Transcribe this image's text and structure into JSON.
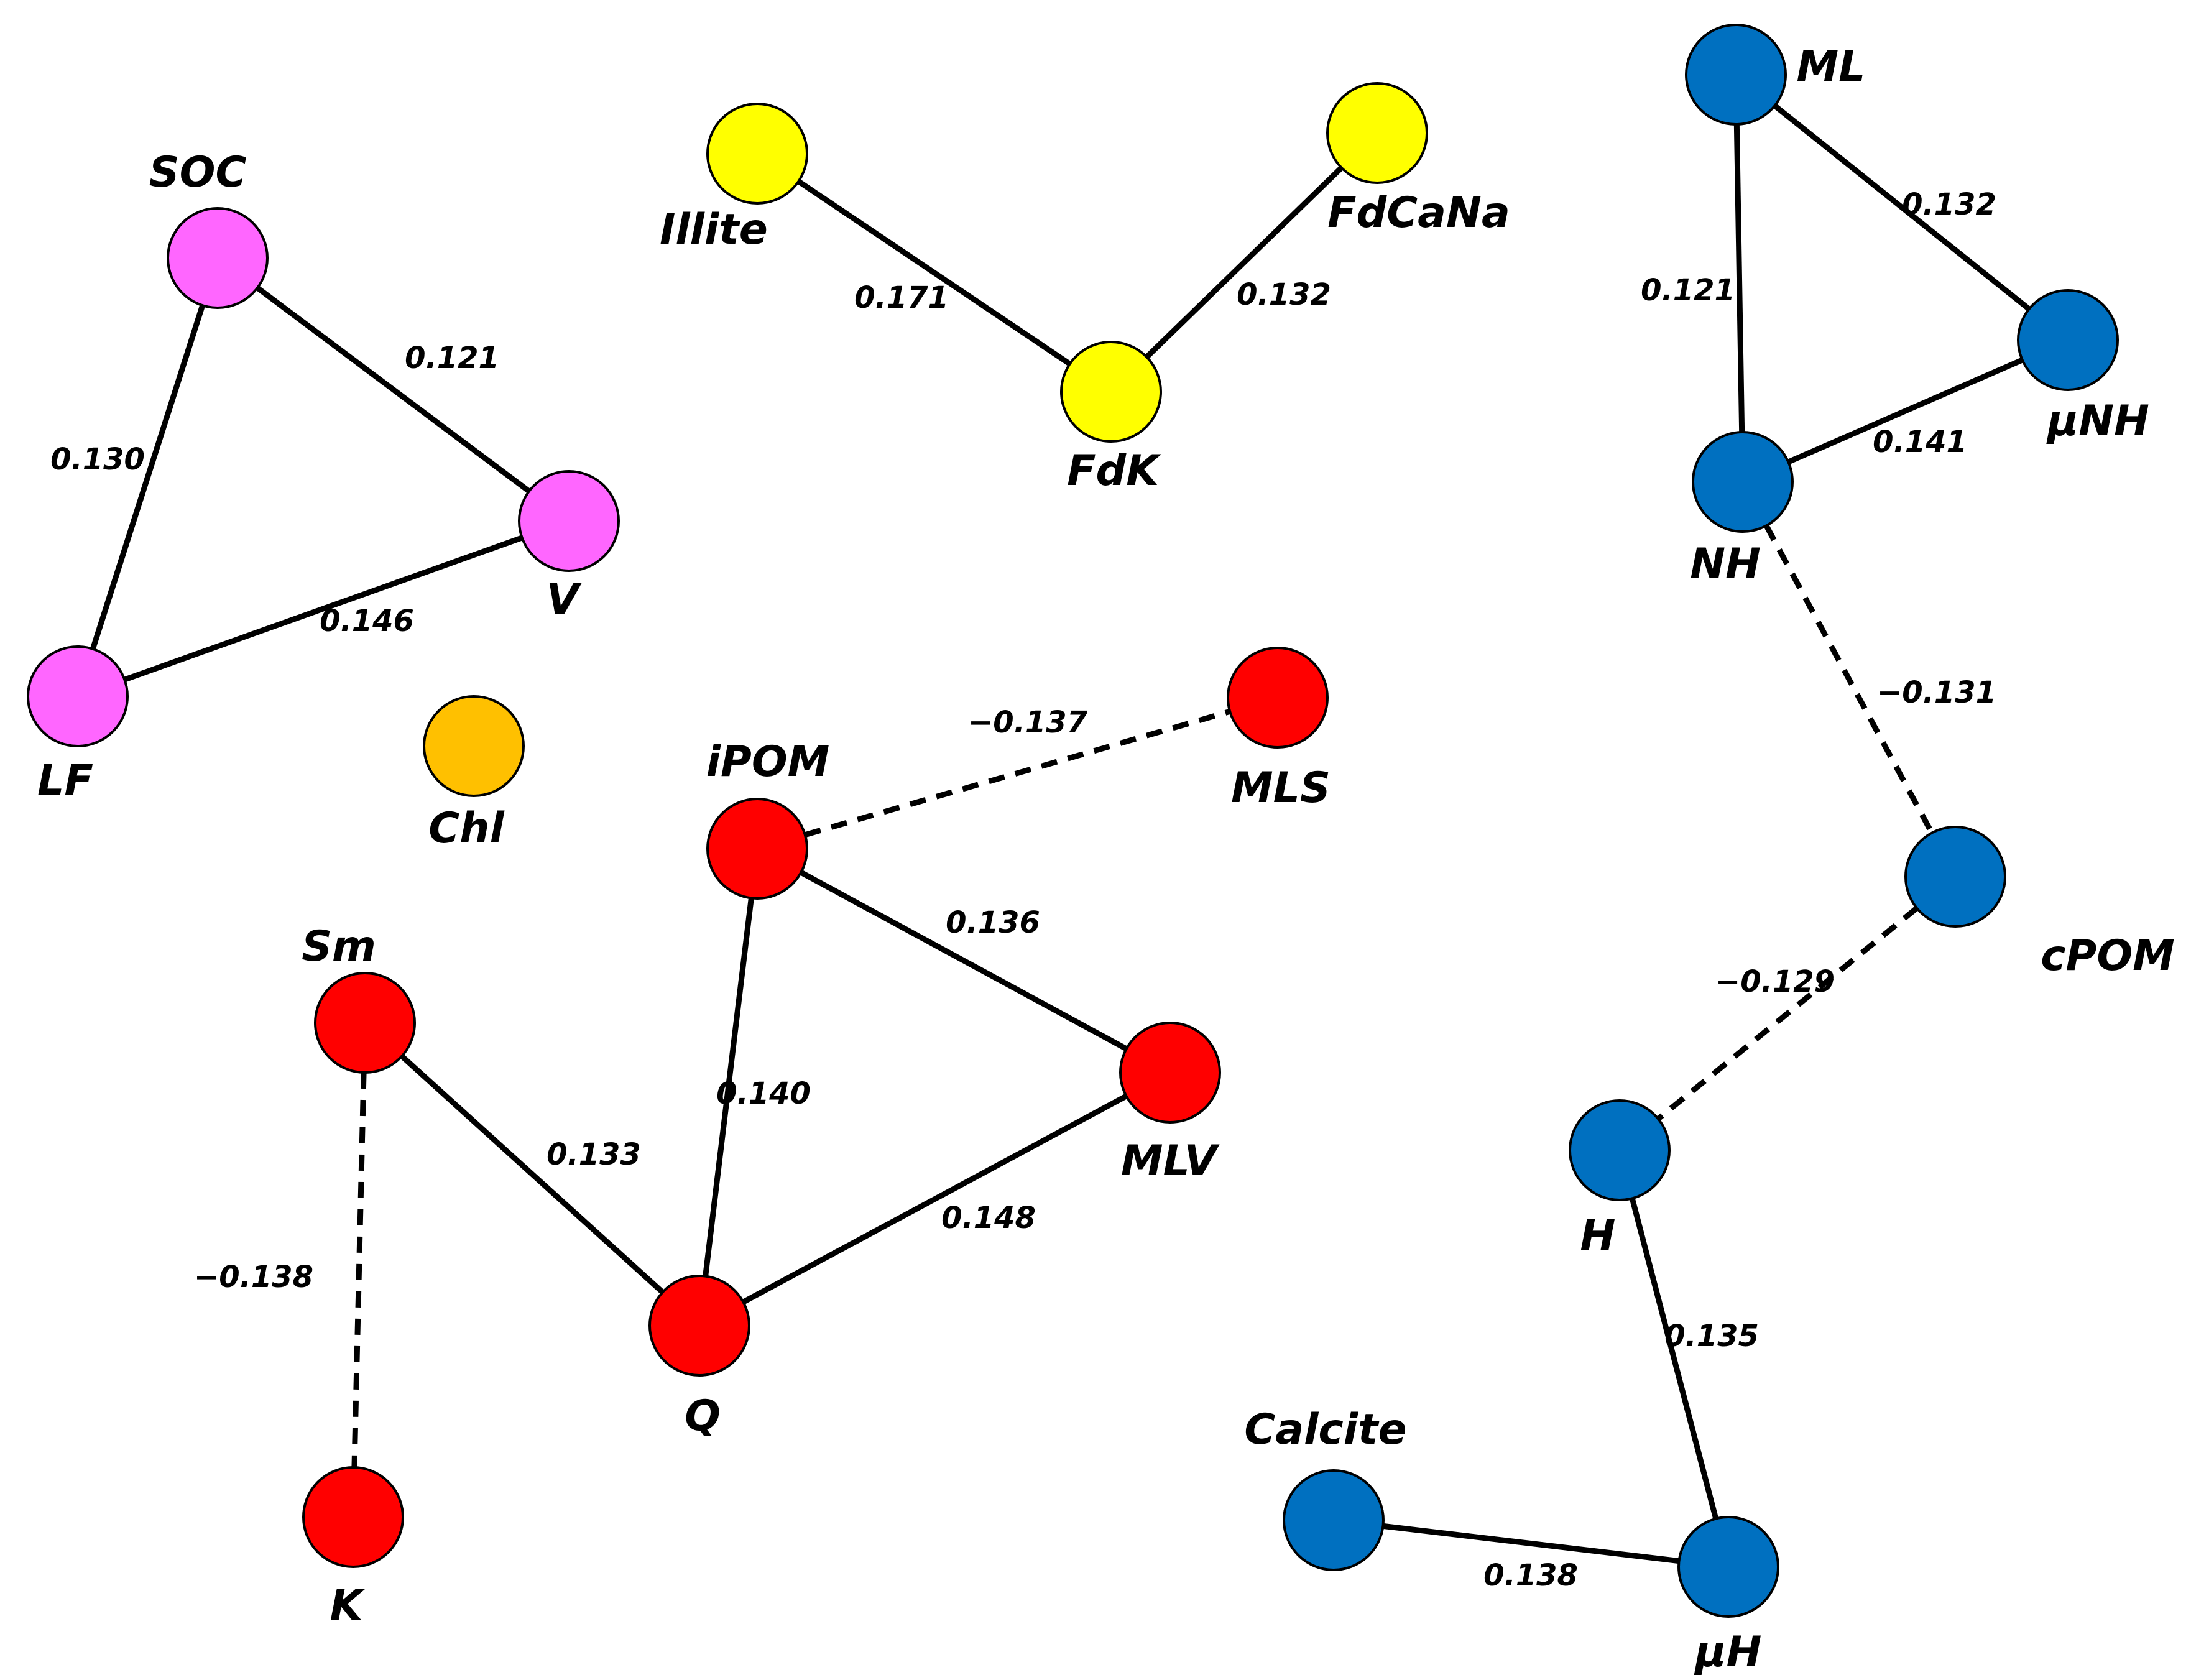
{
  "colors": {
    "pink": "#ff66ff",
    "yellow": "#ffff00",
    "orange": "#ffc000",
    "red": "#ff0000",
    "blue": "#0070c0"
  },
  "nodes": [
    {
      "id": "SOC",
      "label": "SOC",
      "group": "pink"
    },
    {
      "id": "V",
      "label": "V",
      "group": "pink"
    },
    {
      "id": "LF",
      "label": "LF",
      "group": "pink"
    },
    {
      "id": "Chl",
      "label": "Chl",
      "group": "orange"
    },
    {
      "id": "Illite",
      "label": "Illite",
      "group": "yellow"
    },
    {
      "id": "FdK",
      "label": "FdK",
      "group": "yellow"
    },
    {
      "id": "FdCaNa",
      "label": "FdCaNa",
      "group": "yellow"
    },
    {
      "id": "MLS",
      "label": "MLS",
      "group": "red"
    },
    {
      "id": "iPOM",
      "label": "iPOM",
      "group": "red"
    },
    {
      "id": "Sm",
      "label": "Sm",
      "group": "red"
    },
    {
      "id": "MLV",
      "label": "MLV",
      "group": "red"
    },
    {
      "id": "Q",
      "label": "Q",
      "group": "red"
    },
    {
      "id": "K",
      "label": "K",
      "group": "red"
    },
    {
      "id": "ML",
      "label": "ML",
      "group": "blue"
    },
    {
      "id": "muNH",
      "label": "μNH",
      "group": "blue"
    },
    {
      "id": "NH",
      "label": "NH",
      "group": "blue"
    },
    {
      "id": "cPOM",
      "label": "cPOM",
      "group": "blue"
    },
    {
      "id": "H",
      "label": "H",
      "group": "blue"
    },
    {
      "id": "Calcite",
      "label": "Calcite",
      "group": "blue"
    },
    {
      "id": "muH",
      "label": "μH",
      "group": "blue"
    }
  ],
  "edges": [
    {
      "from": "SOC",
      "to": "V",
      "weight": "0.121",
      "negative": false
    },
    {
      "from": "SOC",
      "to": "LF",
      "weight": "0.130",
      "negative": false
    },
    {
      "from": "LF",
      "to": "V",
      "weight": "0.146",
      "negative": false
    },
    {
      "from": "Illite",
      "to": "FdK",
      "weight": "0.171",
      "negative": false
    },
    {
      "from": "FdCaNa",
      "to": "FdK",
      "weight": "0.132",
      "negative": false
    },
    {
      "from": "ML",
      "to": "NH",
      "weight": "0.121",
      "negative": false
    },
    {
      "from": "ML",
      "to": "muNH",
      "weight": "0.132",
      "negative": false
    },
    {
      "from": "NH",
      "to": "muNH",
      "weight": "0.141",
      "negative": false
    },
    {
      "from": "NH",
      "to": "cPOM",
      "weight": "−0.131",
      "negative": true
    },
    {
      "from": "cPOM",
      "to": "H",
      "weight": "−0.129",
      "negative": true
    },
    {
      "from": "H",
      "to": "muH",
      "weight": "0.135",
      "negative": false
    },
    {
      "from": "Calcite",
      "to": "muH",
      "weight": "0.138",
      "negative": false
    },
    {
      "from": "iPOM",
      "to": "MLS",
      "weight": "−0.137",
      "negative": true
    },
    {
      "from": "iPOM",
      "to": "MLV",
      "weight": "0.136",
      "negative": false
    },
    {
      "from": "iPOM",
      "to": "Q",
      "weight": "0.140",
      "negative": false
    },
    {
      "from": "Sm",
      "to": "Q",
      "weight": "0.133",
      "negative": false
    },
    {
      "from": "Sm",
      "to": "K",
      "weight": "−0.138",
      "negative": true
    },
    {
      "from": "Q",
      "to": "MLV",
      "weight": "0.148",
      "negative": false
    }
  ]
}
